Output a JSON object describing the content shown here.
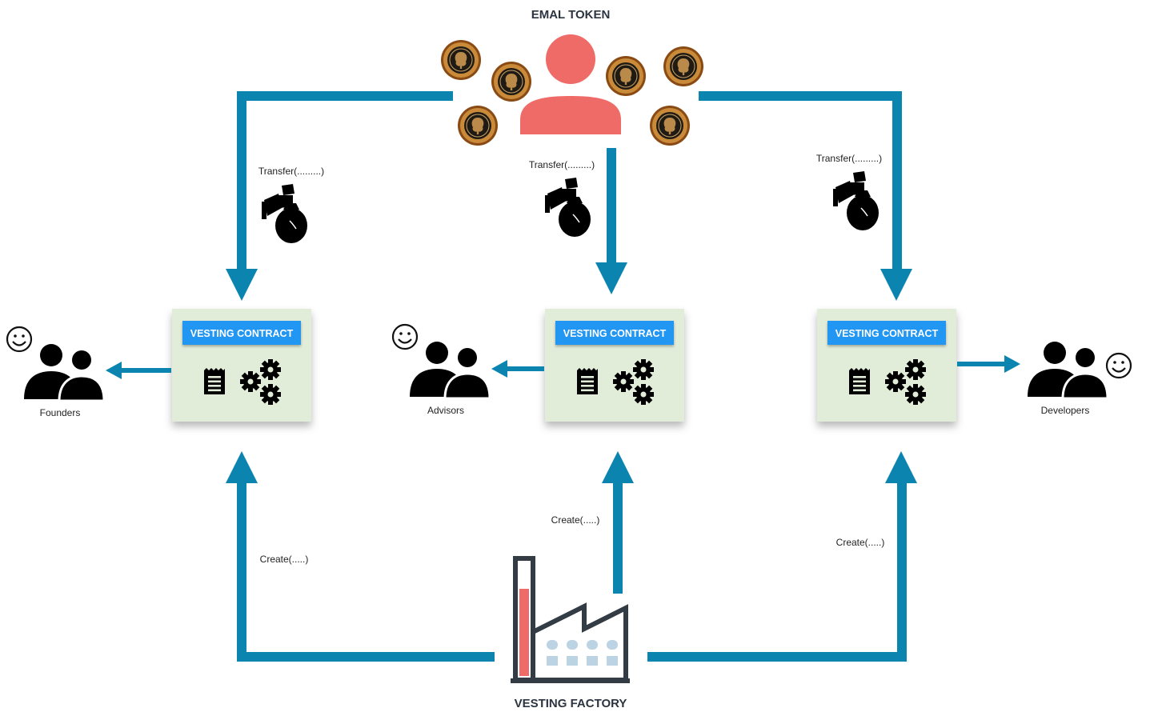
{
  "diagram": {
    "title_top": "EMAL TOKEN",
    "title_bottom": "VESTING FACTORY",
    "contracts": [
      {
        "label": "VESTING CONTRACT"
      },
      {
        "label": "VESTING CONTRACT"
      },
      {
        "label": "VESTING CONTRACT"
      }
    ],
    "groups": [
      {
        "label": "Founders"
      },
      {
        "label": "Advisors"
      },
      {
        "label": "Developers"
      }
    ],
    "transfer_labels": [
      "Transfer(.........)",
      "Transfer(.........)",
      "Transfer(.........)"
    ],
    "create_labels": [
      "Create(.....)",
      "Create(.....)",
      "Create(.....)"
    ],
    "colors": {
      "arrow": "#0b85b0",
      "contract_box": "#e2edd9",
      "contract_label_bg": "#2196f3",
      "user_icon": "#ef6b68",
      "coin": "#b8712a"
    },
    "icons": [
      "user-icon",
      "coin-icon",
      "money-bag-icon",
      "document-icon",
      "gears-icon",
      "people-icon",
      "smile-icon",
      "factory-icon"
    ]
  }
}
